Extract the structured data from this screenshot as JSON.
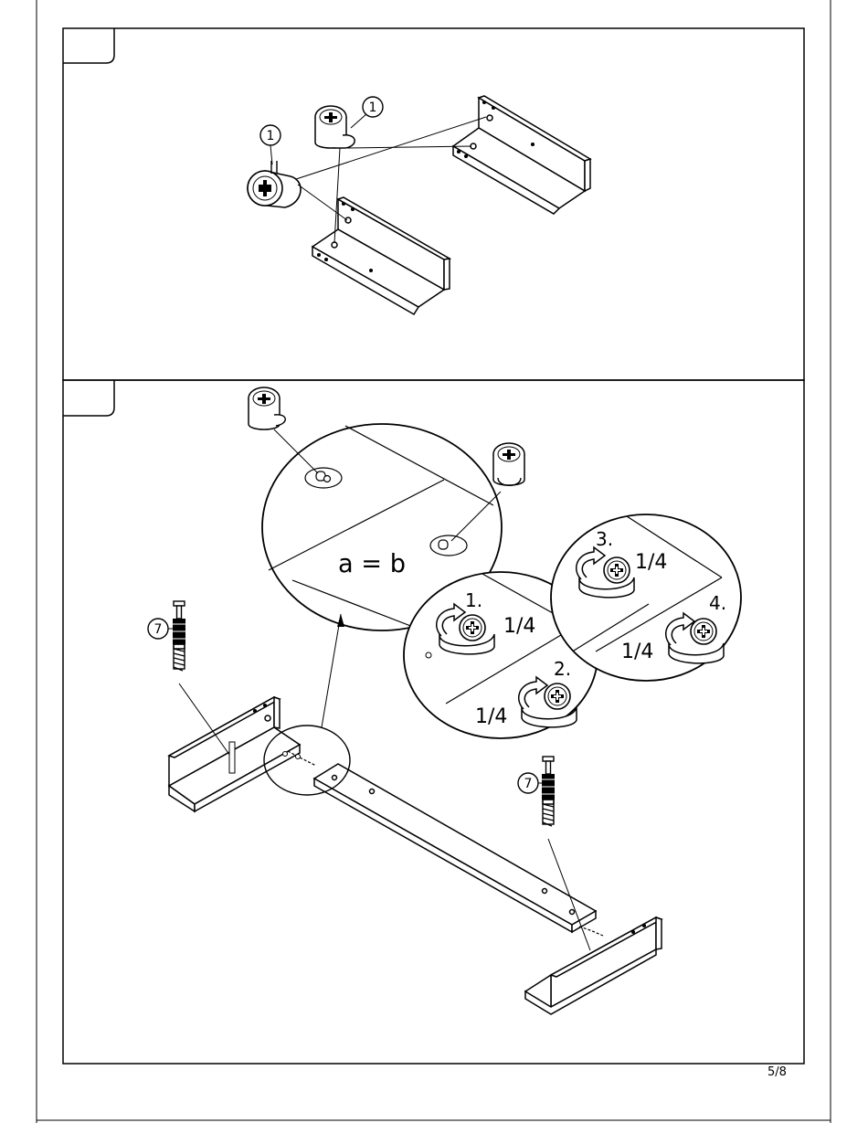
{
  "page": {
    "number": "5/8",
    "line_color": "#000000",
    "background": "#ffffff"
  },
  "step1": {
    "callouts": [
      "1",
      "1"
    ]
  },
  "step2": {
    "equation": "a = b",
    "callouts": [
      "7",
      "7"
    ],
    "rotation_steps": [
      {
        "number": "1.",
        "amount": "1/4"
      },
      {
        "number": "2.",
        "amount": "1/4"
      },
      {
        "number": "3.",
        "amount": "1/4"
      },
      {
        "number": "4.",
        "amount": "1/4"
      }
    ]
  },
  "icons": [
    "cam-lock-icon",
    "cam-bolt-icon",
    "rotate-arrow-icon"
  ]
}
